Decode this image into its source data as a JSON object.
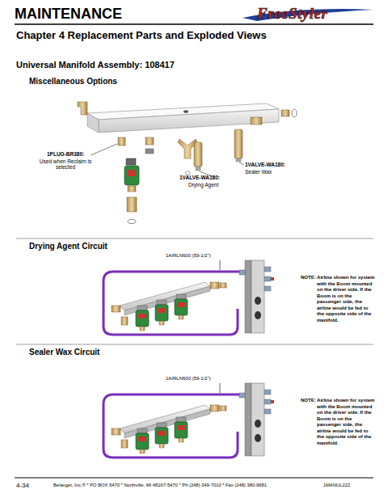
{
  "diagram": {
    "title": "Chapter 4 Replacement Parts and Exploded Views",
    "labels": [
      "MAINTENANCE",
      "FreeStyler",
      "Universal Manifold Assembly: 108417",
      "Miscellaneous Options",
      "1PLUG-BR380:",
      "Used when Reclaim is selected",
      "1VALVE-WA180:",
      "Drying Agent",
      "1VALVE-WA180:",
      "Sealer Wax",
      "Drying Agent Circuit",
      "1AIRLN600 (59-1/2\")",
      "NOTE: Airline shown for system with the Boom mounted on the driver side. If the Boom is on the passenger side, the airline would be fed to the opposite side of the manifold.",
      "Sealer Wax Circuit",
      "1AIRLN600 (59-1/2\")",
      "NOTE: Airline shown for system with the Boom mounted on the driver side. If the Boom is on the passenger side, the airline would be fed to the opposite side of the manifold.",
      "4-34",
      "Belanger, Inc.® * PO BOX 5470 * Northville, MI 48167-5470 * Ph (248) 349-7010 * Fax (248) 380-9681",
      "1MANUL222"
    ]
  }
}
